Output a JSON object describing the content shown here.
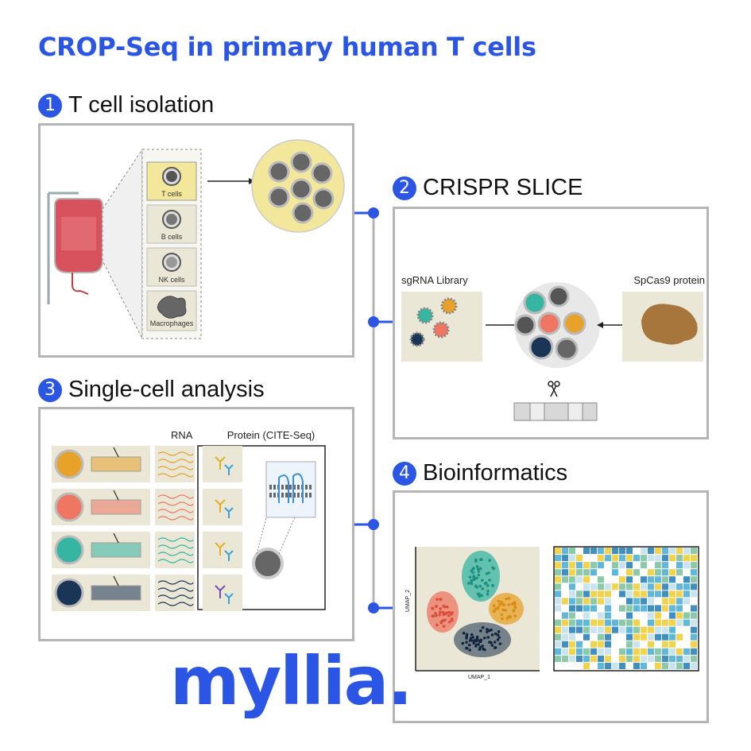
{
  "title": "CROP-Seq in primary human T cells",
  "brand": {
    "logo_text": "myllia.",
    "accent_color": "#2a55e5"
  },
  "sections": [
    {
      "number": "1",
      "label": "T cell isolation"
    },
    {
      "number": "2",
      "label": "CRISPR SLICE"
    },
    {
      "number": "3",
      "label": "Single-cell analysis"
    },
    {
      "number": "4",
      "label": "Bioinformatics"
    }
  ],
  "isolation": {
    "cell_types": [
      "T cells",
      "B cells",
      "NK cells",
      "Macrophages"
    ]
  },
  "slice": {
    "library_label": "sgRNA Library",
    "protein_label": "SpCas9 protein"
  },
  "single_cell": {
    "rna_label": "RNA",
    "protein_label": "Protein (CITE-Seq)"
  },
  "bioinfo": {
    "umap_x_label": "UMAP_1",
    "umap_y_label": "UMAP_2"
  },
  "colors": {
    "orange": "#e8a22a",
    "salmon": "#ef7663",
    "teal": "#35b5a2",
    "navy": "#1b3557",
    "beige": "#eae7d6",
    "yellow": "#f3e79b"
  }
}
